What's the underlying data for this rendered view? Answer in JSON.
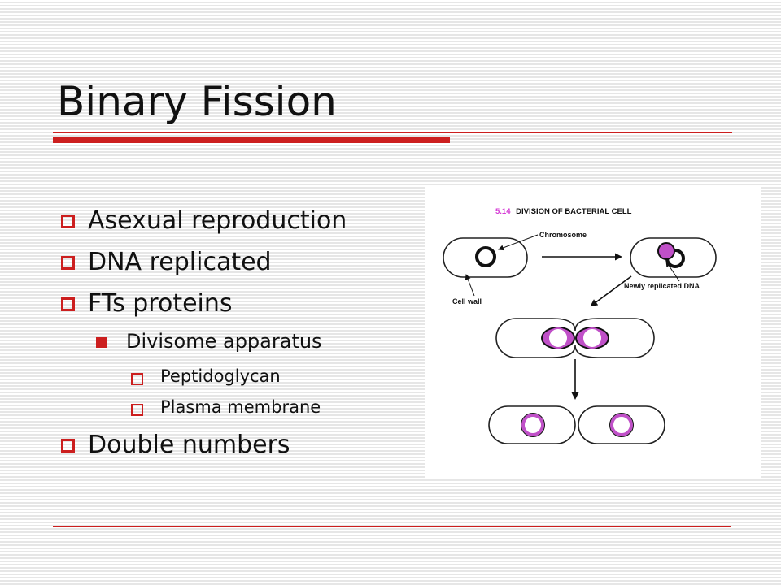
{
  "slide": {
    "title": "Binary Fission",
    "bullets": [
      {
        "level": 1,
        "text": "Asexual reproduction"
      },
      {
        "level": 1,
        "text": "DNA replicated"
      },
      {
        "level": 1,
        "text": "FTs proteins"
      },
      {
        "level": 2,
        "text": "Divisome apparatus"
      },
      {
        "level": 3,
        "text": "Peptidoglycan"
      },
      {
        "level": 3,
        "text": "Plasma membrane"
      },
      {
        "level": 1,
        "text": "Double numbers"
      }
    ]
  },
  "figure": {
    "number": "5.14",
    "caption": "DIVISION OF BACTERIAL CELL",
    "labels": {
      "chromosome": "Chromosome",
      "cell_wall": "Cell wall",
      "new_dna": "Newly replicated DNA"
    },
    "colors": {
      "dna_fill": "#c050c8",
      "caption_number": "#d43ad4",
      "accent": "#cc1f1f"
    }
  }
}
